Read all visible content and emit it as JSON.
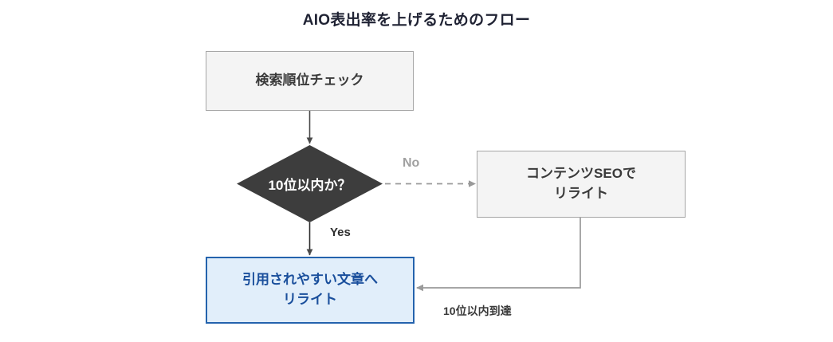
{
  "diagram": {
    "title": "AIO表出率を上げるためのフロー",
    "nodes": {
      "check": {
        "label": "検索順位チェック",
        "shape": "process",
        "fill": "#f4f4f4",
        "border": "#a6a6a6"
      },
      "decision": {
        "label": "10位以内か？",
        "shape": "diamond",
        "fill": "#3d3d3d",
        "text_color": "#ffffff"
      },
      "seo": {
        "line1": "コンテンツSEOで",
        "line2": "リライト",
        "shape": "process",
        "fill": "#f4f4f4",
        "border": "#a6a6a6"
      },
      "rewrite": {
        "line1": "引用されやすい文章へ",
        "line2": "リライト",
        "shape": "process",
        "fill": "#e1eefa",
        "border": "#2463ad",
        "text_color": "#1a4f9c"
      }
    },
    "edges": {
      "check_to_decision": {
        "label": "",
        "style": "solid",
        "color": "#4a4a4a"
      },
      "decision_to_seo": {
        "label": "No",
        "style": "dashed",
        "color": "#9a9a9a"
      },
      "decision_to_rewrite": {
        "label": "Yes",
        "style": "solid",
        "color": "#2e2e2e"
      },
      "seo_to_rewrite": {
        "label": "10位以内到達",
        "style": "solid",
        "color": "#9a9a9a"
      }
    }
  }
}
